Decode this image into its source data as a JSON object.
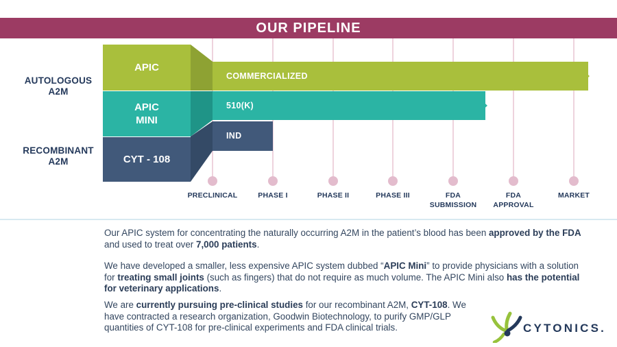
{
  "header": {
    "title": "OUR PIPELINE"
  },
  "pipeline": {
    "groups": [
      {
        "label": "AUTOLOGOUS\nA2M"
      },
      {
        "label": "RECOMBINANT\nA2M"
      }
    ],
    "rows": [
      {
        "block_label": "APIC",
        "bar_label": "COMMERCIALIZED",
        "extends_to": "MARKET"
      },
      {
        "block_label": "APIC\nMINI",
        "bar_label": "510(K)",
        "extends_to": "between FDA SUBMISSION and FDA APPROVAL"
      },
      {
        "block_label": "CYT - 108",
        "bar_label": "IND",
        "extends_to": "just before PHASE I"
      }
    ],
    "milestones": [
      {
        "label": "PRECLINICAL"
      },
      {
        "label": "PHASE I"
      },
      {
        "label": "PHASE II"
      },
      {
        "label": "PHASE III"
      },
      {
        "label": "FDA\nSUBMISSION"
      },
      {
        "label": "FDA\nAPPROVAL"
      },
      {
        "label": "MARKET"
      }
    ]
  },
  "body": {
    "paragraphs": [
      [
        {
          "t": "Our APIC system for concentrating the naturally occurring A2M in the patient’s blood has been ",
          "b": false
        },
        {
          "t": "approved by the FDA",
          "b": true
        },
        {
          "t": "\nand used to treat over ",
          "b": false
        },
        {
          "t": "7,000 patients",
          "b": true
        },
        {
          "t": ".",
          "b": false
        }
      ],
      [
        {
          "t": "We have developed a smaller, less expensive APIC system dubbed “",
          "b": false
        },
        {
          "t": "APIC Mini",
          "b": true
        },
        {
          "t": "” to provide physicians with a solution\nfor ",
          "b": false
        },
        {
          "t": "treating small joints",
          "b": true
        },
        {
          "t": " (such as fingers) that do not require as much volume. The APIC Mini also ",
          "b": false
        },
        {
          "t": "has the potential\nfor veterinary applications",
          "b": true
        },
        {
          "t": ".",
          "b": false
        }
      ],
      [
        {
          "t": "We are ",
          "b": false
        },
        {
          "t": "currently pursuing pre-clinical studies",
          "b": true
        },
        {
          "t": " for our recombinant A2M, ",
          "b": false
        },
        {
          "t": "CYT-108",
          "b": true
        },
        {
          "t": ". We\nhave contracted a research organization, Goodwin Biotechnology, to purify GMP/GLP\nquantities of CYT-108 for pre-clinical experiments and FDA clinical trials.",
          "b": false
        }
      ]
    ]
  },
  "logo": {
    "text": "CYTONICS."
  },
  "colors": {
    "header_bar": "#9c3b63",
    "green": "#a9bf3c",
    "green_dark": "#8ea233",
    "teal": "#2bb4a4",
    "teal_dark": "#1f9487",
    "navy": "#41597a",
    "navy_dark": "#344a66",
    "guide_line_pink": "#eed3dd",
    "guide_dot_pink": "#e3bccd",
    "text_navy": "#24395b",
    "divider_blue": "#d7e9f1",
    "logo_green": "#97c23c"
  }
}
